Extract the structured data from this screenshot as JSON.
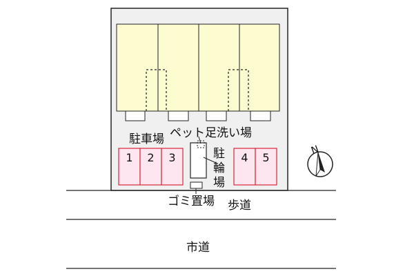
{
  "colors": {
    "unit_fill": "#fdfbd0",
    "parking_fill": "#fde6ef",
    "parking_stroke": "#d8243b",
    "line": "#222222",
    "ground": "#f0f0f0"
  },
  "labels": {
    "parking": "駐車場",
    "pet_wash": "ペット足洗い場",
    "bicycle_parking": "駐\n輪\n場",
    "garbage": "ゴミ置場",
    "sidewalk": "歩道",
    "city_road": "市道",
    "north": "N"
  },
  "parking_spaces": [
    "1",
    "2",
    "3",
    "4",
    "5"
  ],
  "units_count": 4,
  "icons": {
    "compass": "north-arrow-icon"
  }
}
